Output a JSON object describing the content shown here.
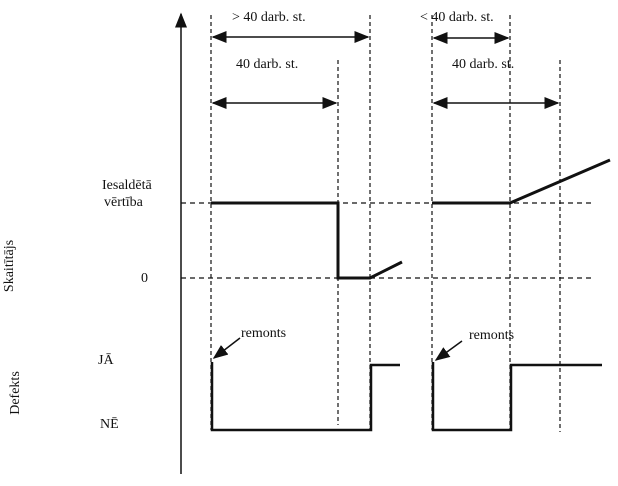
{
  "labels": {
    "more_than_40": "> 40 darb. st.",
    "less_than_40": "< 40 darb. st.",
    "forty_left": "40 darb. st.",
    "forty_right": "40 darb. st.",
    "frozen_value_line1": "Iesaldētā",
    "frozen_value_line2": "vērtība",
    "zero": "0",
    "yes": "JĀ",
    "no": "NĒ",
    "counter_axis": "Skaitītājs",
    "defect_axis": "Defekts",
    "repair_left": "remonts",
    "repair_right": "remonts"
  },
  "colors": {
    "line": "#111111",
    "background": "#ffffff"
  }
}
